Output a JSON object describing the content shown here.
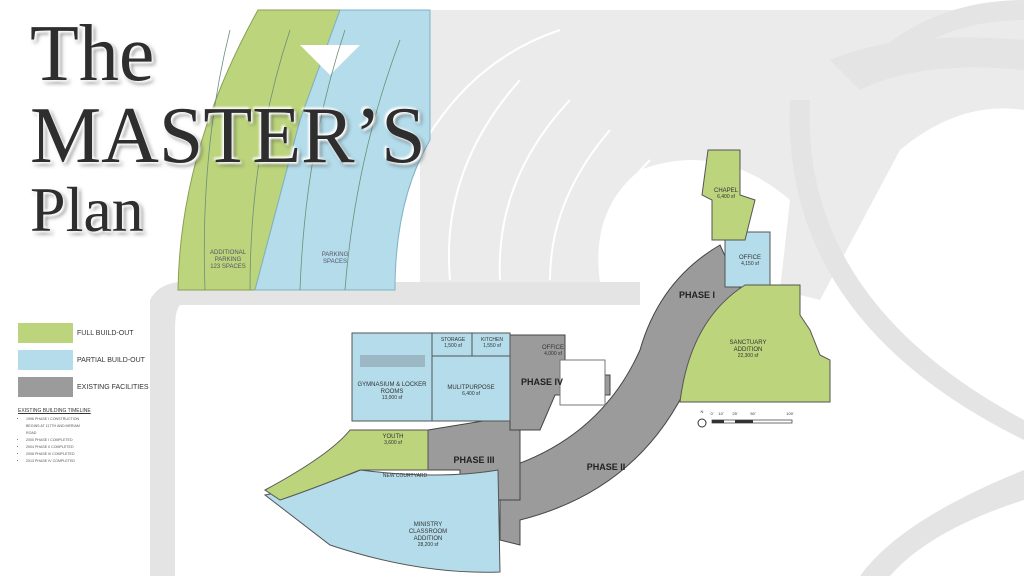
{
  "title": {
    "line1": "The",
    "line2": "MASTER’S",
    "line3": "Plan"
  },
  "colors": {
    "full_build_out": "#bcd47c",
    "partial_build_out": "#b4dcea",
    "existing_facilities": "#9b9b9b",
    "pavement": "#e4e4e4"
  },
  "legend": [
    {
      "label": "FULL BUILD-OUT"
    },
    {
      "label": "PARTIAL BUILD-OUT"
    },
    {
      "label": "EXISTING FACILITIES"
    }
  ],
  "timeline": {
    "heading": "EXISTING BUILDING TIMELINE",
    "items": [
      "1996 PHASE I CONSTRUCTION BEGINS AT 117TH AND MERIAM ROAD",
      "2000 PHASE I COMPLETED",
      "2004 PHASE II COMPLETED",
      "2008 PHASE III COMPLETED",
      "2013 PHASE IV COMPLETED"
    ]
  },
  "parking": {
    "green_label": [
      "ADDITIONAL",
      "PARKING",
      "123 SPACES"
    ],
    "blue_label": [
      "PARKING",
      "SPACES"
    ]
  },
  "rooms": {
    "storage": {
      "name": "STORAGE",
      "area": "1,500 sf"
    },
    "kitchen": {
      "name": "KITCHEN",
      "area": "1,550 sf"
    },
    "office_iv": {
      "name": "OFFICE",
      "area": "4,000 sf"
    },
    "gym": {
      "name": "GYMNASIUM & LOCKER ROOMS",
      "area": "13,000 sf"
    },
    "multipurpose": {
      "name": "MULITPURPOSE",
      "area": "6,400 sf"
    },
    "youth": {
      "name": "YOUTH",
      "area": "3,600 sf"
    },
    "courtyard": {
      "name": "NEW COURTYARD"
    },
    "ministry": {
      "name": "MINISTRY CLASSROOM ADDITION",
      "area": "28,200 sf"
    },
    "chapel": {
      "name": "CHAPEL",
      "area": "6,400 sf"
    },
    "office_i": {
      "name": "OFFICE",
      "area": "4,150 sf"
    },
    "sanctuary": {
      "name": "SANCTUARY ADDITION",
      "area": "22,300 sf"
    }
  },
  "phases": [
    "PHASE I",
    "PHASE II",
    "PHASE III",
    "PHASE IV"
  ],
  "scale": {
    "north": "N",
    "ticks": [
      "0'",
      "10'",
      "25'",
      "50'",
      "100'"
    ]
  }
}
